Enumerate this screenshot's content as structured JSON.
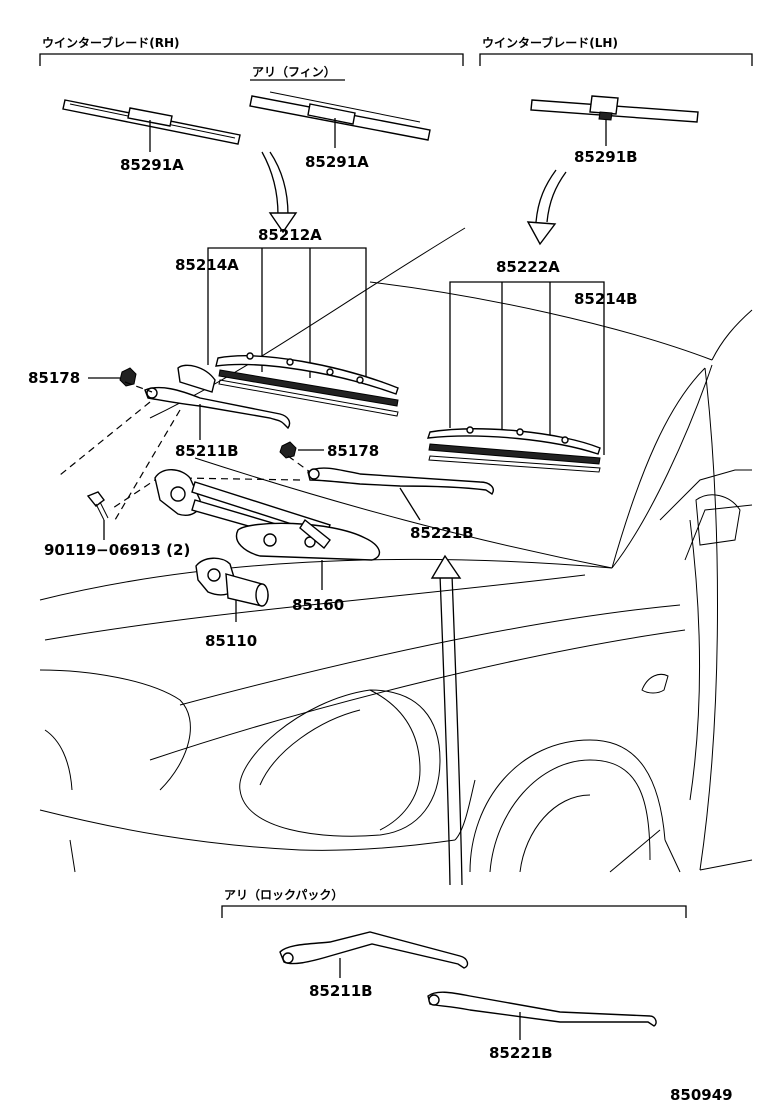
{
  "headers": {
    "blade_rh": "ウインターブレード(RH)",
    "blade_lh": "ウインターブレード(LH)",
    "with_fin": "アリ（フィン）",
    "with_lockpack": "アリ（ロックパック）"
  },
  "labels": {
    "p85291A_1": "85291A",
    "p85291A_2": "85291A",
    "p85291B": "85291B",
    "p85212A": "85212A",
    "p85214A": "85214A",
    "p85222A": "85222A",
    "p85214B": "85214B",
    "p85178_1": "85178",
    "p85178_2": "85178",
    "p85211B_1": "85211B",
    "p85221B_1": "85221B",
    "p90119": "90119−06913 (2)",
    "p85160": "85160",
    "p85110": "85110",
    "p85211B_2": "85211B",
    "p85221B_2": "85221B"
  },
  "diagram_code": "850949"
}
